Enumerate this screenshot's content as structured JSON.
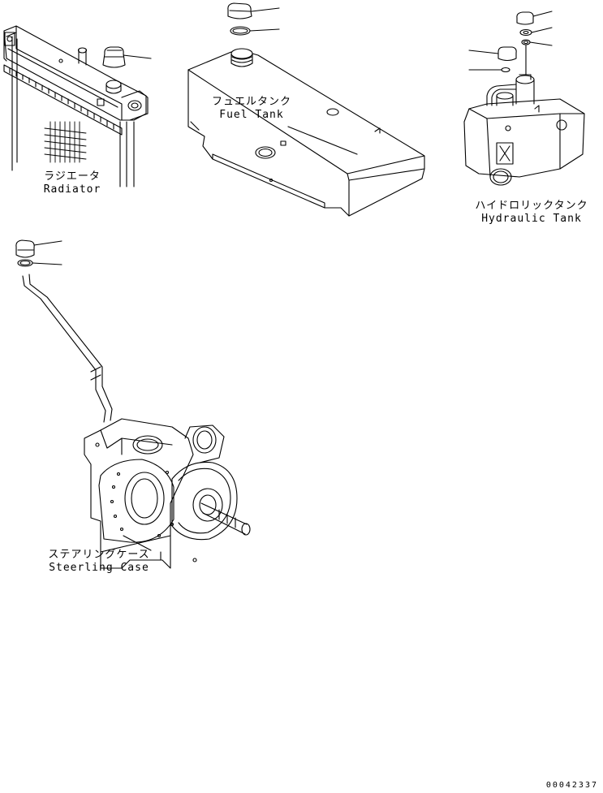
{
  "labels": {
    "radiator": {
      "jp": "ラジエータ",
      "en": "Radiator"
    },
    "fuel_tank": {
      "jp": "フュエルタンク",
      "en": "Fuel Tank"
    },
    "hydraulic_tank": {
      "jp": "ハイドロリックタンク",
      "en": "Hydraulic Tank"
    },
    "steering_case": {
      "jp": "ステアリングケース",
      "en": "Steerling Case"
    }
  },
  "drawing_number": "00042337"
}
